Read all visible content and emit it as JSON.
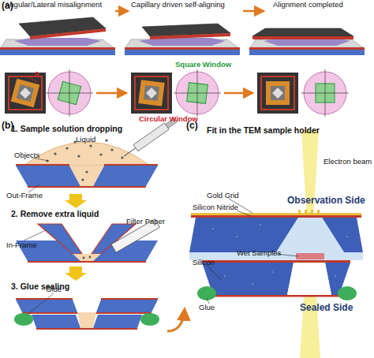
{
  "diagram": {
    "labels": [
      "(a)",
      "Angular/Lateral misalignment",
      "Capillary driven self-aligning",
      "Alignment completed",
      "θ",
      "Square Window",
      "Circular Window",
      "(b)",
      "1. Sample solution dropping",
      "Objects",
      "Liquid",
      "Out-Frame",
      "2. Remove extra liquid",
      "Filter Paper",
      "In-Frame",
      "3. Glue sealing",
      "Glue",
      "(c)",
      "Fit in the TEM sample holder",
      "Electron beam",
      "Gold Grid",
      "Silicon Nitride",
      "Observation Side",
      "Silicon",
      "Wet Samples",
      "Glue",
      "Sealed Side"
    ]
  }
}
